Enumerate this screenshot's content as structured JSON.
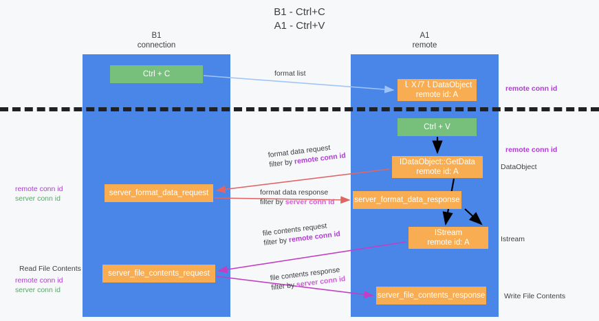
{
  "title": {
    "line1": "B1 - Ctrl+C",
    "line2": "A1 - Ctrl+V"
  },
  "lanes": [
    {
      "id": "b1",
      "line1": "B1",
      "line2": "connection",
      "color": "#4a86e8"
    },
    {
      "id": "a1",
      "line1": "A1",
      "line2": "remote",
      "color": "#4a86e8"
    }
  ],
  "colors": {
    "lane": "#4a86e8",
    "green_node": "#76c07b",
    "orange_node": "#f9ad52",
    "remote_conn_id": "#b03bd4",
    "server_conn_id": "#5aa469",
    "arrow_format_list": "#9fc5f8",
    "arrow_black": "#000000",
    "arrow_red": "#e06666",
    "arrow_magenta": "#c33ec3",
    "divider": "#202124",
    "background": "#f7f8fa"
  },
  "nodes": {
    "ctrl_c": {
      "line1": "Ctrl + C",
      "line2": "",
      "style": "green"
    },
    "idataobject": {
      "line1": "ｌＸ/7ｌDataObject",
      "line2": "remote id: A",
      "style": "orange"
    },
    "ctrl_v": {
      "line1": "Ctrl + V",
      "line2": "",
      "style": "green"
    },
    "getdata": {
      "line1": "IDataObject::GetData",
      "line2": "remote id: A",
      "style": "orange"
    },
    "server_format_data_request": {
      "line1": "server_format_data_request",
      "line2": "",
      "style": "orange"
    },
    "server_format_data_response": {
      "line1": "server_format_data_response",
      "line2": "",
      "style": "orange"
    },
    "istream": {
      "line1": "IStream",
      "line2": "remote id: A",
      "style": "orange"
    },
    "server_file_contents_request": {
      "line1": "server_file_contents_request",
      "line2": "",
      "style": "orange"
    },
    "server_file_contents_response": {
      "line1": "server_file_contents_response",
      "line2": "",
      "style": "orange"
    }
  },
  "edge_labels": {
    "format_list": "format list",
    "format_data_request": "format data request",
    "format_data_request_filter_prefix": "filter by ",
    "format_data_request_filter_value": "remote conn id",
    "format_data_response": "format data response",
    "format_data_response_filter_prefix": "filter by ",
    "format_data_response_filter_value": "server conn id",
    "file_contents_request": "file contents request",
    "file_contents_request_filter_prefix": "filter by ",
    "file_contents_request_filter_value": "remote conn id",
    "file_contents_response": "file contents response",
    "file_contents_response_filter_prefix": "filter by ",
    "file_contents_response_filter_value": "server conn id"
  },
  "annotations": {
    "remote_conn_id_top": "remote conn id",
    "remote_conn_id_mid": "remote conn id",
    "dataobject": "DataObject",
    "istream": "Istream",
    "write_file_contents": "Write File Contents",
    "read_file_contents": "Read File Contents",
    "left_remote_conn_id_1": "remote conn id",
    "left_server_conn_id_1": "server conn id",
    "left_remote_conn_id_2": "remote conn id",
    "left_server_conn_id_2": "server conn id"
  }
}
